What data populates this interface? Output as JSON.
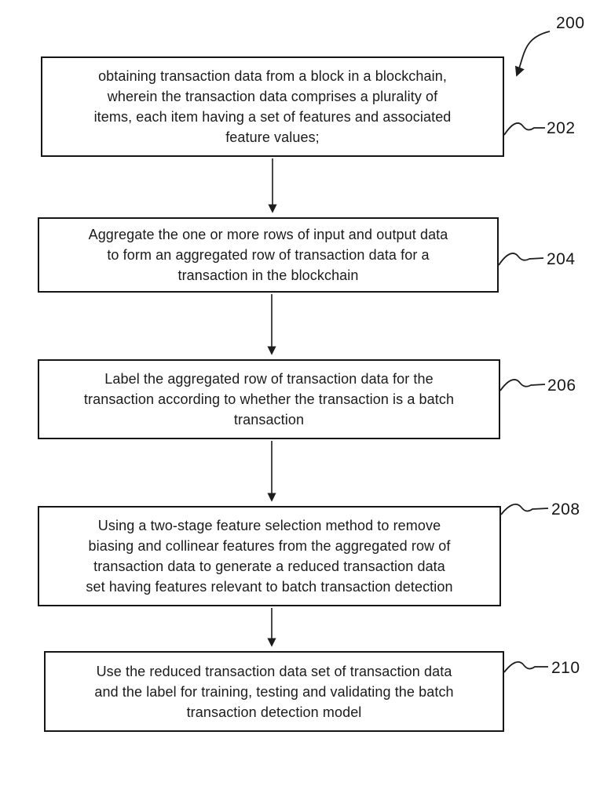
{
  "figure": {
    "reference_label": "200",
    "steps": [
      {
        "ref": "202",
        "text": "obtaining transaction data from a block in a blockchain,\nwherein the transaction data comprises a plurality of\nitems, each item having a set of features and associated\nfeature values;"
      },
      {
        "ref": "204",
        "text": "Aggregate the one or more rows of input and output data\nto form an aggregated row of transaction data for a\ntransaction in the blockchain"
      },
      {
        "ref": "206",
        "text": "Label the aggregated row of transaction data for the\ntransaction according to whether the transaction is a batch\ntransaction"
      },
      {
        "ref": "208",
        "text": "Using a two-stage feature selection method to remove\nbiasing and collinear features from the aggregated row of\ntransaction data to generate a reduced transaction data\nset having features relevant to batch transaction detection"
      },
      {
        "ref": "210",
        "text": "Use the reduced transaction data set of transaction data\nand the label for training, testing and validating the batch\ntransaction detection model"
      }
    ]
  }
}
